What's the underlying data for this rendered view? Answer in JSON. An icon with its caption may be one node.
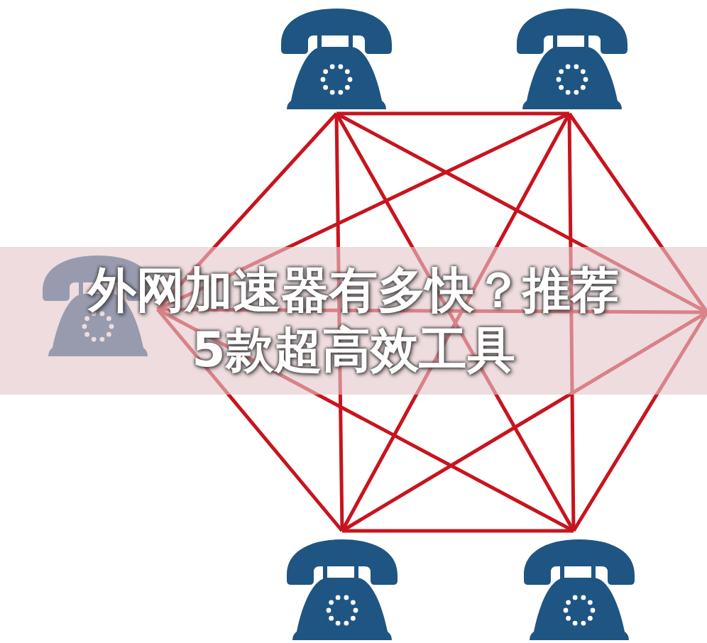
{
  "diagram": {
    "title": "外网加速器有多快？推荐5款超高效工具",
    "nodes": [
      {
        "text": [],
        "shape": "phone"
      },
      {
        "text": [],
        "shape": "phone"
      },
      {
        "text": [],
        "shape": "phone"
      },
      {
        "text": [],
        "shape": "phone"
      },
      {
        "text": [],
        "shape": "phone"
      }
    ],
    "edges": [
      {
        "from": 0,
        "to": 1,
        "arrow": "none"
      },
      {
        "from": 0,
        "to": 2,
        "arrow": "none"
      },
      {
        "from": 0,
        "to": 3,
        "arrow": "none"
      },
      {
        "from": 0,
        "to": 4,
        "arrow": "none"
      },
      {
        "from": 0,
        "to": null,
        "arrow": "none"
      },
      {
        "from": 1,
        "to": 2,
        "arrow": "none"
      },
      {
        "from": 1,
        "to": 3,
        "arrow": "none"
      },
      {
        "from": 1,
        "to": 4,
        "arrow": "none"
      },
      {
        "from": 1,
        "to": null,
        "arrow": "none"
      },
      {
        "from": 2,
        "to": 3,
        "arrow": "none"
      },
      {
        "from": 2,
        "to": 4,
        "arrow": "none"
      },
      {
        "from": 2,
        "to": null,
        "arrow": "none"
      },
      {
        "from": 3,
        "to": 4,
        "arrow": "none"
      },
      {
        "from": 3,
        "to": null,
        "arrow": "none"
      },
      {
        "from": 4,
        "to": null,
        "arrow": "none"
      }
    ]
  }
}
